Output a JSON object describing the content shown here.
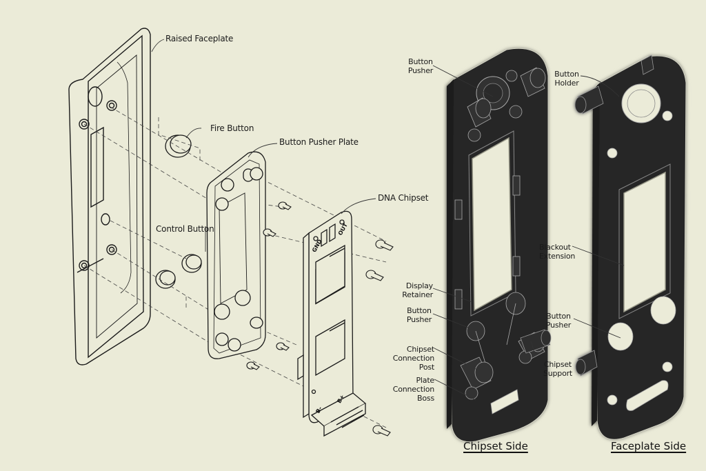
{
  "diagram": {
    "background_color": "#ebebd8",
    "line_color": "#1a1a1a",
    "part_fill_dark": "#2a2a2a",
    "labels": {
      "raised_faceplate": "Raised Faceplate",
      "fire_button": "Fire Button",
      "button_pusher_plate": "Button Pusher Plate",
      "dna_chipset": "DNA Chipset",
      "control_button": "Control Button",
      "button_pusher_top_line1": "Button",
      "button_pusher_top_line2": "Pusher",
      "button_holder_line1": "Button",
      "button_holder_line2": "Holder",
      "blackout_line1": "Blackout",
      "blackout_line2": "Extension",
      "display_retainer_line1": "Display",
      "display_retainer_line2": "Retainer",
      "button_pusher_mid_line1": "Button",
      "button_pusher_mid_line2": "Pusher",
      "button_pusher_right_line1": "Button",
      "button_pusher_right_line2": "Pusher",
      "chipset_post_line1": "Chipset",
      "chipset_post_line2": "Connection",
      "chipset_post_line3": "Post",
      "plate_boss_line1": "Plate",
      "plate_boss_line2": "Connection",
      "plate_boss_line3": "Boss",
      "chipset_support_line1": "Chipset",
      "chipset_support_line2": "Support"
    },
    "pcb_markings": {
      "gnd": "GND",
      "out": "OUT",
      "b_minus": "B-",
      "b_plus": "B+"
    },
    "view_titles": {
      "chipset_side": "Chipset Side",
      "faceplate_side": "Faceplate Side"
    }
  }
}
